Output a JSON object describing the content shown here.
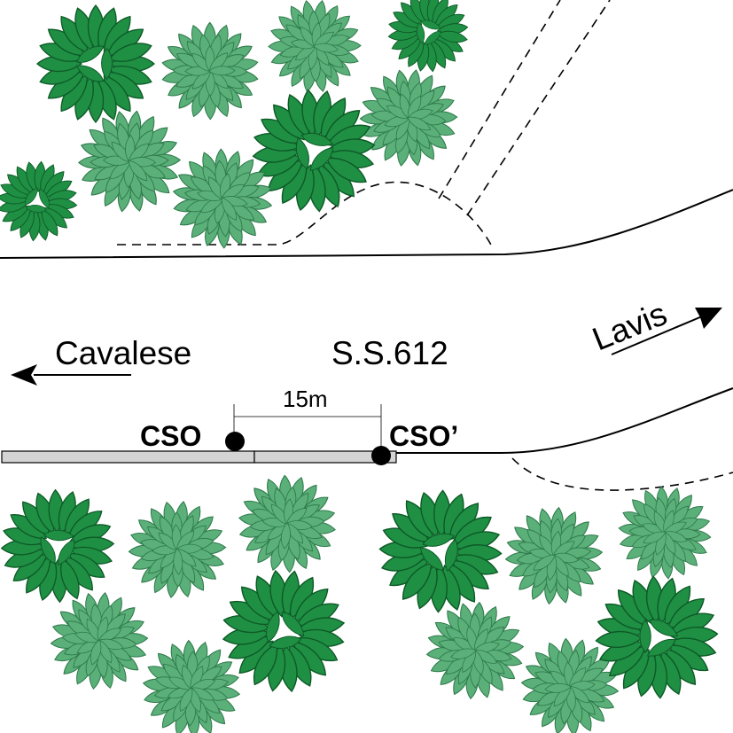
{
  "labels": {
    "cavalese": "Cavalese",
    "road": "S.S.612",
    "lavis": "Lavis",
    "distance": "15m",
    "cso": "CSO",
    "cso_prime": "CSO’"
  },
  "colors": {
    "tree_dark": "#1f8f44",
    "tree_light": "#5bb07a",
    "line": "#000000",
    "wall_fill": "#d4d4d4"
  },
  "icons": {
    "tree": "tree-icon",
    "arrow_left": "arrow-left-icon",
    "arrow_right": "arrow-up-right-icon",
    "marker": "point-marker-icon"
  }
}
